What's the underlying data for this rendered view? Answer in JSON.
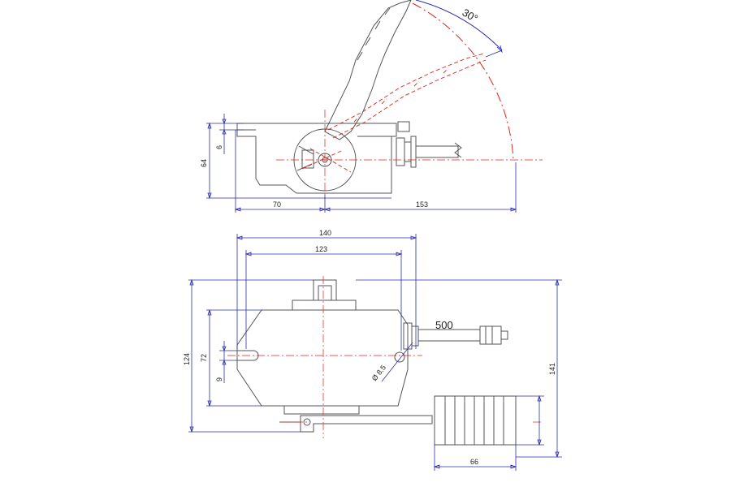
{
  "drawing": {
    "side_view": {
      "angle_label": "30°",
      "dim_width_left": "70",
      "dim_width_right": "153",
      "dim_height": "64",
      "dim_small": "6"
    },
    "top_view": {
      "dim_outer_width": "140",
      "dim_inner_width": "123",
      "dim_outer_height": "124",
      "dim_inner_height": "72",
      "dim_slot": "9",
      "dim_hole": "Ø 8.5",
      "dim_cable": "500",
      "dim_total_height": "141",
      "dim_pad_width": "66"
    }
  }
}
